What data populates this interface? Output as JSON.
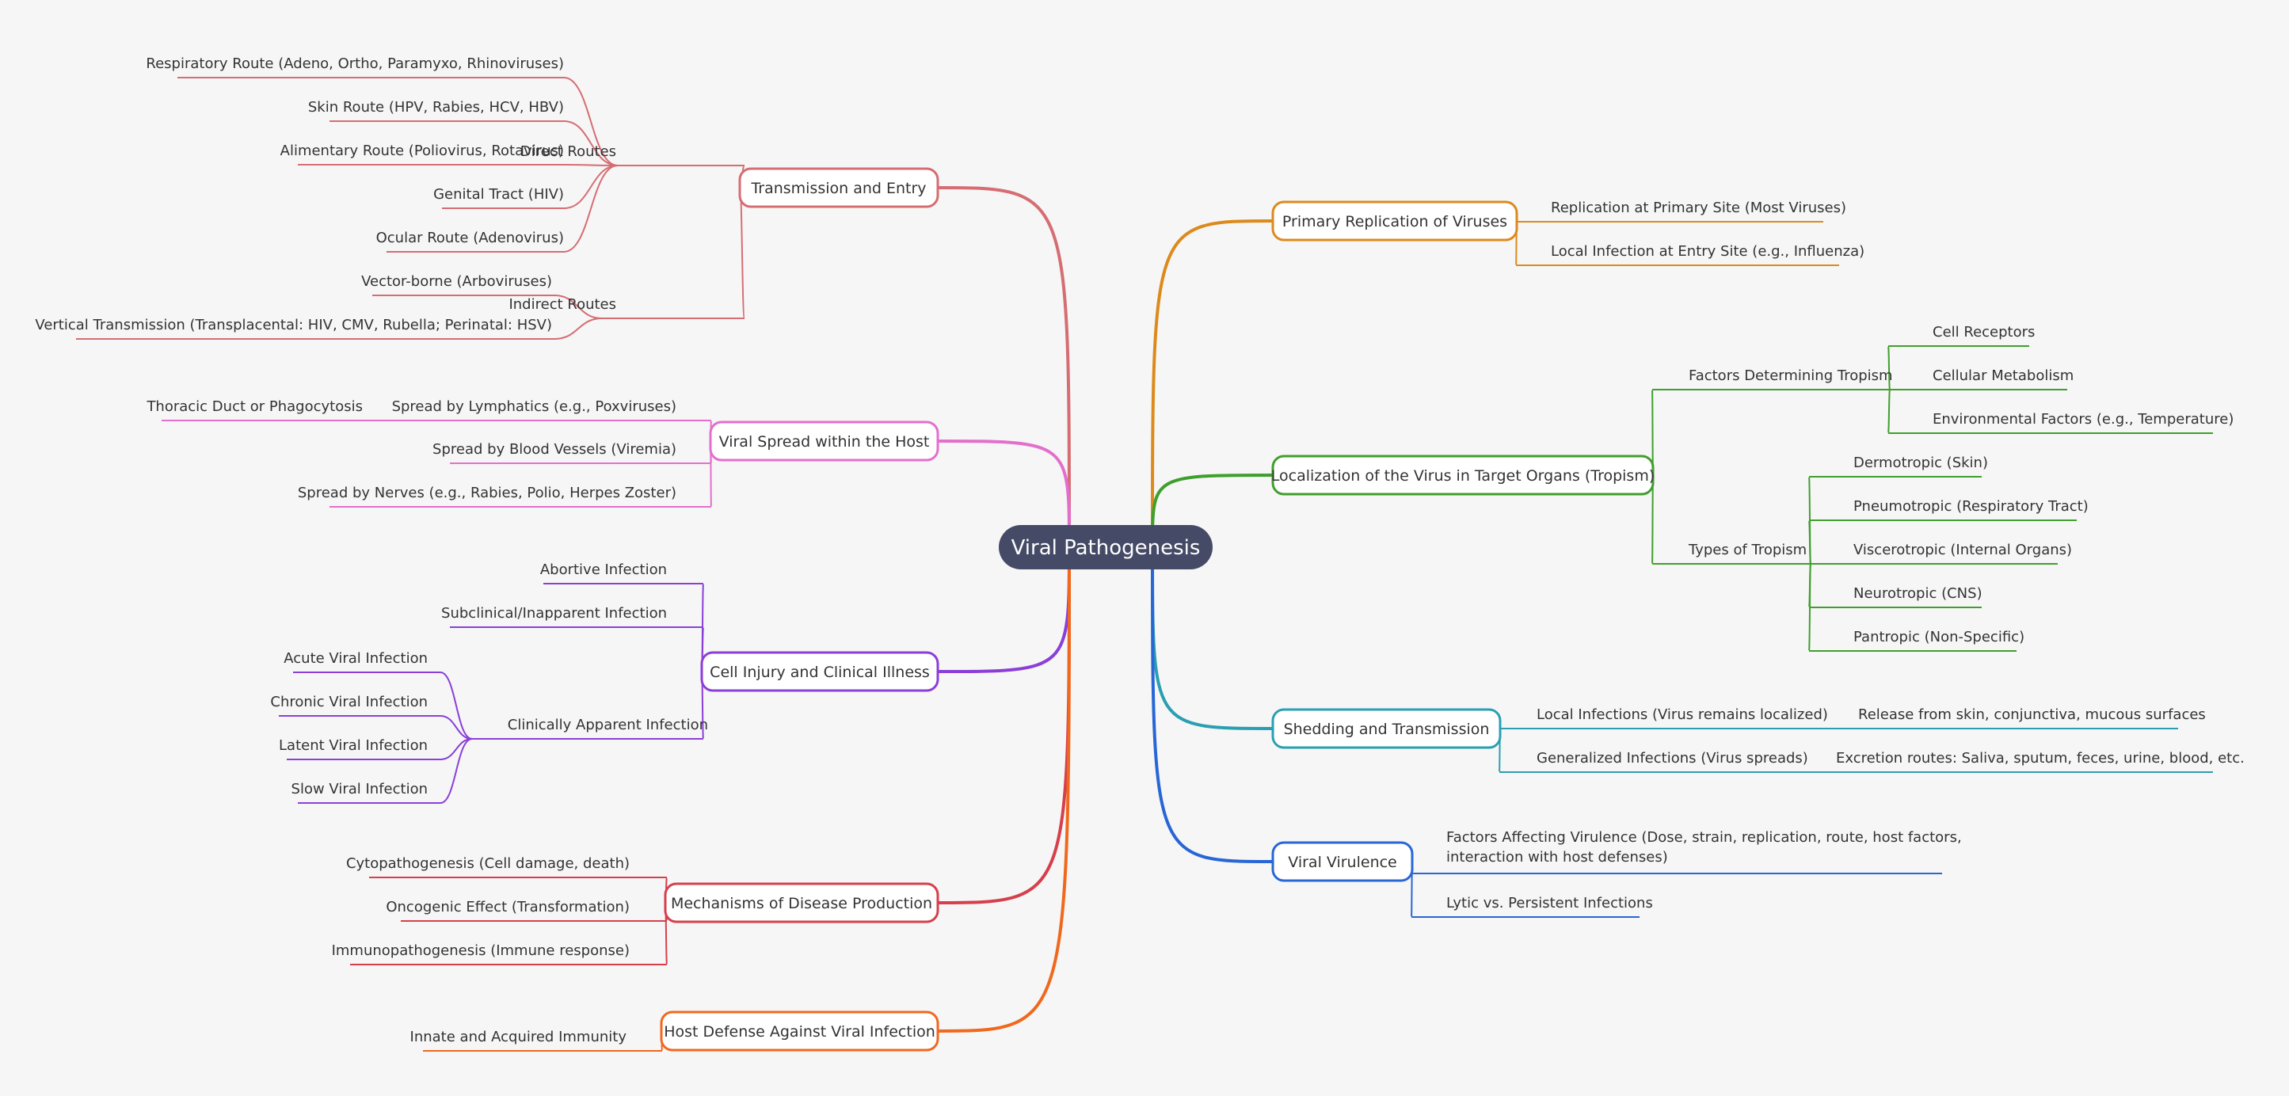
{
  "root": {
    "label": "Viral Pathogenesis",
    "color": "#454a66"
  },
  "branches": [
    {
      "label": "Transmission and Entry",
      "color": "#d56d73",
      "side": "left",
      "children": [
        {
          "label": "Direct Routes",
          "children": [
            {
              "label": "Respiratory Route (Adeno, Ortho, Paramyxo, Rhinoviruses)"
            },
            {
              "label": "Skin Route (HPV, Rabies, HCV, HBV)"
            },
            {
              "label": "Alimentary Route (Poliovirus, Rotavirus)"
            },
            {
              "label": "Genital Tract (HIV)"
            },
            {
              "label": "Ocular Route (Adenovirus)"
            }
          ]
        },
        {
          "label": "Indirect Routes",
          "children": [
            {
              "label": "Vector-borne (Arboviruses)"
            },
            {
              "label": "Vertical Transmission (Transplacental: HIV, CMV, Rubella; Perinatal: HSV)"
            }
          ]
        }
      ]
    },
    {
      "label": "Viral Spread within the Host",
      "color": "#e36fcd",
      "side": "left",
      "children": [
        {
          "label": "Spread by Lymphatics (e.g., Poxviruses)",
          "children": [
            {
              "label": "Thoracic Duct or Phagocytosis"
            }
          ]
        },
        {
          "label": "Spread by Blood Vessels (Viremia)"
        },
        {
          "label": "Spread by Nerves (e.g., Rabies, Polio, Herpes Zoster)"
        }
      ]
    },
    {
      "label": "Cell Injury and Clinical Illness",
      "color": "#8a3fd9",
      "side": "left",
      "children": [
        {
          "label": "Abortive Infection"
        },
        {
          "label": "Subclinical/Inapparent Infection"
        },
        {
          "label": "Clinically Apparent Infection",
          "children": [
            {
              "label": "Acute Viral Infection"
            },
            {
              "label": "Chronic Viral Infection"
            },
            {
              "label": "Latent Viral Infection"
            },
            {
              "label": "Slow Viral Infection"
            }
          ]
        }
      ]
    },
    {
      "label": "Mechanisms of Disease Production",
      "color": "#d63f4c",
      "side": "left",
      "children": [
        {
          "label": "Cytopathogenesis (Cell damage, death)"
        },
        {
          "label": "Oncogenic Effect (Transformation)"
        },
        {
          "label": "Immunopathogenesis (Immune response)"
        }
      ]
    },
    {
      "label": "Host Defense Against Viral Infection",
      "color": "#f0681e",
      "side": "left",
      "children": [
        {
          "label": "Innate and Acquired Immunity"
        }
      ]
    },
    {
      "label": "Primary Replication of Viruses",
      "color": "#dc8a1c",
      "side": "right",
      "children": [
        {
          "label": "Replication at Primary Site (Most Viruses)"
        },
        {
          "label": "Local Infection at Entry Site (e.g., Influenza)"
        }
      ]
    },
    {
      "label": "Localization of the Virus in Target Organs (Tropism)",
      "color": "#3f9f2c",
      "side": "right",
      "children": [
        {
          "label": "Factors Determining Tropism",
          "children": [
            {
              "label": "Cell Receptors"
            },
            {
              "label": "Cellular Metabolism"
            },
            {
              "label": "Environmental Factors (e.g., Temperature)"
            }
          ]
        },
        {
          "label": "Types of Tropism",
          "children": [
            {
              "label": "Dermotropic (Skin)"
            },
            {
              "label": "Pneumotropic (Respiratory Tract)"
            },
            {
              "label": "Viscerotropic (Internal Organs)"
            },
            {
              "label": "Neurotropic (CNS)"
            },
            {
              "label": "Pantropic (Non-Specific)"
            }
          ]
        }
      ]
    },
    {
      "label": "Shedding and Transmission",
      "color": "#2a9fb2",
      "side": "right",
      "children": [
        {
          "label": "Local Infections (Virus remains localized)",
          "children": [
            {
              "label": "Release from skin, conjunctiva, mucous surfaces"
            }
          ]
        },
        {
          "label": "Generalized Infections (Virus spreads)",
          "children": [
            {
              "label": "Excretion routes: Saliva, sputum, feces, urine, blood, etc."
            }
          ]
        }
      ]
    },
    {
      "label": "Viral Virulence",
      "color": "#2866d6",
      "side": "right",
      "children": [
        {
          "label": [
            "Factors Affecting Virulence (Dose, strain, replication, route, host factors,",
            "interaction with host defenses)"
          ]
        },
        {
          "label": "Lytic vs. Persistent Infections"
        }
      ]
    }
  ]
}
